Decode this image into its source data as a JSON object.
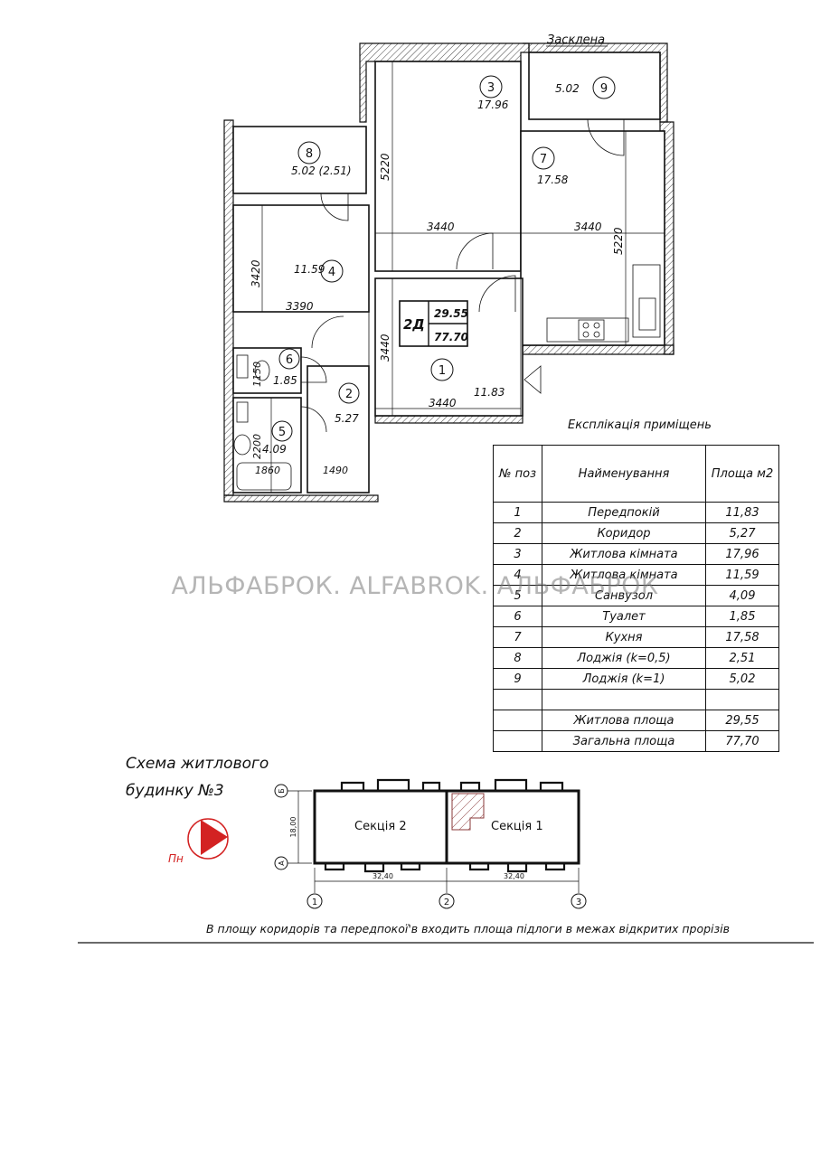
{
  "floorplan": {
    "glazed_label": "Засклена",
    "apartment_code": "2Д",
    "living_area": "29.55",
    "total_area": "77.70",
    "rooms": [
      {
        "num": "1",
        "area": "11.83"
      },
      {
        "num": "2",
        "area": "5.27"
      },
      {
        "num": "3",
        "area": "17.96"
      },
      {
        "num": "4",
        "area": "11.59"
      },
      {
        "num": "5",
        "area": "4.09"
      },
      {
        "num": "6",
        "area": "1.85"
      },
      {
        "num": "7",
        "area": "17.58"
      },
      {
        "num": "8",
        "area": "5.02 (2.51)"
      },
      {
        "num": "9",
        "area": "5.02"
      }
    ],
    "dimensions": [
      "5220",
      "3440",
      "3440",
      "5220",
      "3420",
      "3390",
      "3440",
      "3440",
      "1150",
      "2200",
      "1860",
      "1490"
    ]
  },
  "explication": {
    "title": "Експлікація приміщень",
    "headers": {
      "pos": "№ поз",
      "name": "Найменування",
      "area": "Площа м2"
    },
    "rows": [
      {
        "pos": "1",
        "name": "Передпокій",
        "area": "11,83"
      },
      {
        "pos": "2",
        "name": "Коридор",
        "area": "5,27"
      },
      {
        "pos": "3",
        "name": "Житлова кімната",
        "area": "17,96"
      },
      {
        "pos": "4",
        "name": "Житлова кімната",
        "area": "11,59"
      },
      {
        "pos": "5",
        "name": "Санвузол",
        "area": "4,09"
      },
      {
        "pos": "6",
        "name": "Туалет",
        "area": "1,85"
      },
      {
        "pos": "7",
        "name": "Кухня",
        "area": "17,58"
      },
      {
        "pos": "8",
        "name": "Лоджія (k=0,5)",
        "area": "2,51"
      },
      {
        "pos": "9",
        "name": "Лоджія (k=1)",
        "area": "5,02"
      },
      {
        "pos": "",
        "name": "",
        "area": ""
      },
      {
        "pos": "",
        "name": "Житлова площа",
        "area": "29,55"
      },
      {
        "pos": "",
        "name": "Загальна площа",
        "area": "77,70"
      }
    ]
  },
  "watermark": "АЛЬФАБРОК. ALFABROK. АЛЬФАБРОК",
  "scheme": {
    "title_line1": "Схема житлового",
    "title_line2": "будинку №3",
    "compass_label": "Пн",
    "section2": "Секція 2",
    "section1": "Секція 1",
    "axis_b": "Б",
    "axis_a": "А",
    "height_dim": "18,00",
    "width_dim_left": "32,40",
    "width_dim_right": "32,40",
    "axis_1": "1",
    "axis_2": "2",
    "axis_3": "3"
  },
  "footnote": "В площу коридорів та передпокої'в входить площа підлоги в межах відкритих прорізів"
}
